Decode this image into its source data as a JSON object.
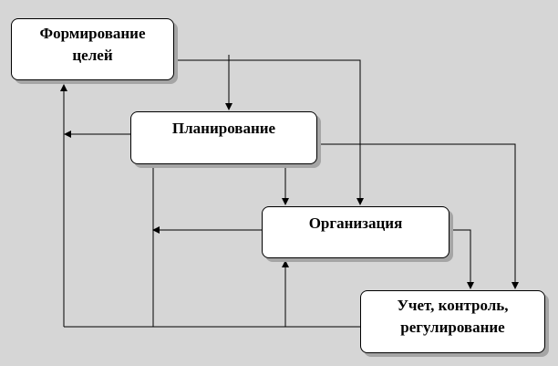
{
  "diagram": {
    "nodes": [
      {
        "id": "goals",
        "label": "Формирование целей"
      },
      {
        "id": "planning",
        "label": "Планирование"
      },
      {
        "id": "organization",
        "label": "Организация"
      },
      {
        "id": "control",
        "label": "Учет, контроль, регулирование"
      }
    ],
    "edges": [
      {
        "from": "goals",
        "to": "planning"
      },
      {
        "from": "goals",
        "to": "organization"
      },
      {
        "from": "planning",
        "to": "organization"
      },
      {
        "from": "planning",
        "to": "control"
      },
      {
        "from": "organization",
        "to": "control"
      },
      {
        "from": "planning",
        "to": "goals"
      },
      {
        "from": "organization",
        "to": "planning"
      },
      {
        "from": "control",
        "to": "goals"
      },
      {
        "from": "control",
        "to": "planning"
      },
      {
        "from": "control",
        "to": "organization"
      }
    ],
    "colors": {
      "background": "#d6d6d6",
      "box": "#ffffff",
      "line": "#000000",
      "shadow": "#a5a5a5"
    }
  }
}
